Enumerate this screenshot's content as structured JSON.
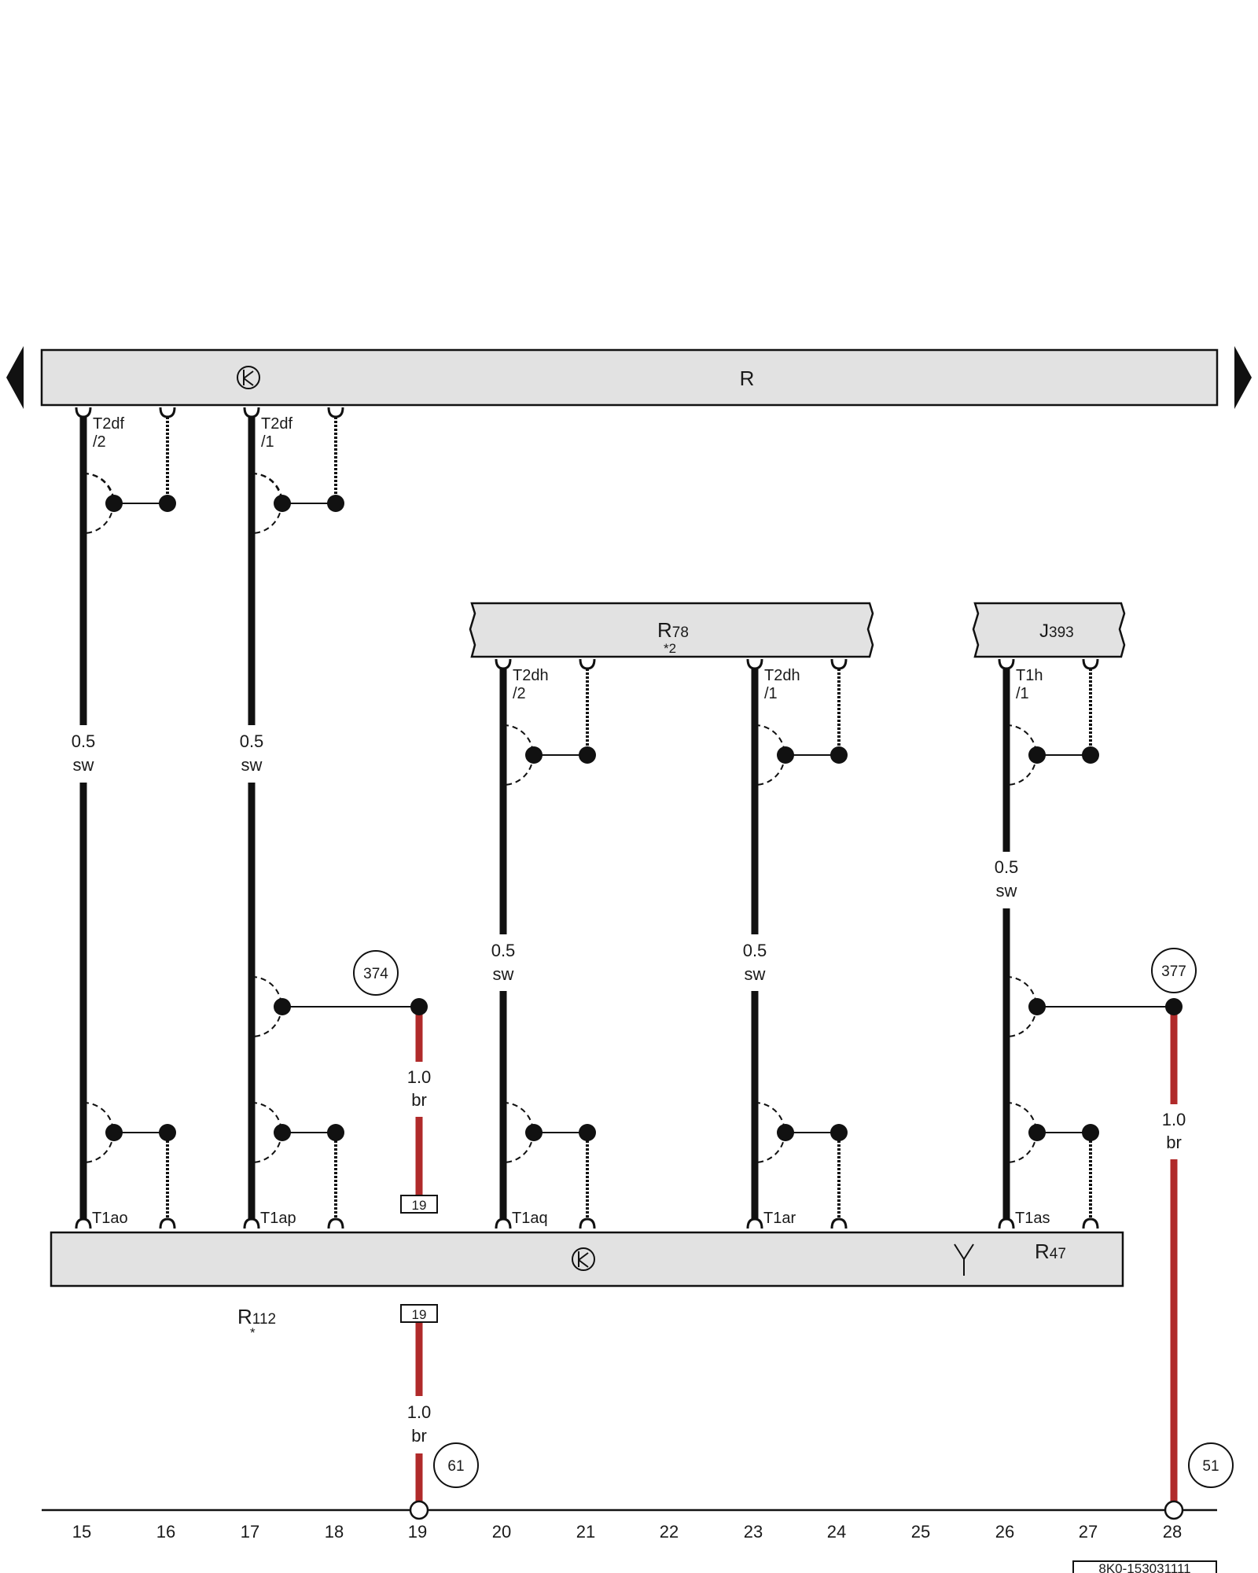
{
  "components": {
    "top_bar": {
      "label": "R"
    },
    "r78": {
      "label": "R",
      "sub": "78",
      "note": "*2"
    },
    "j393": {
      "label": "J",
      "sub": "393"
    },
    "bottom_bar": {
      "label": "R",
      "sub": "47"
    },
    "r112": {
      "label": "R",
      "sub": "112",
      "note": "*"
    }
  },
  "connectors": {
    "t2df_2": [
      "T2df",
      "/2"
    ],
    "t2df_1": [
      "T2df",
      "/1"
    ],
    "t2dh_2": [
      "T2dh",
      "/2"
    ],
    "t2dh_1": [
      "T2dh",
      "/1"
    ],
    "t1h_1": [
      "T1h",
      "/1"
    ],
    "t1ao": "T1ao",
    "t1ap": "T1ap",
    "t1aq": "T1aq",
    "t1ar": "T1ar",
    "t1as": "T1as"
  },
  "wires": {
    "w15": [
      "0.5",
      "sw"
    ],
    "w17": [
      "0.5",
      "sw"
    ],
    "w20": [
      "0.5",
      "sw"
    ],
    "w23": [
      "0.5",
      "sw"
    ],
    "w26": [
      "0.5",
      "sw"
    ],
    "w19_top": [
      "1.0",
      "br"
    ],
    "w19_bottom": [
      "1.0",
      "br"
    ],
    "w28": [
      "1.0",
      "br"
    ]
  },
  "refs": {
    "ref374": "374",
    "ref377": "377",
    "ref61": "61",
    "ref51": "51",
    "box19_top": "19",
    "box19_bottom": "19"
  },
  "columns": [
    "15",
    "16",
    "17",
    "18",
    "19",
    "20",
    "21",
    "22",
    "23",
    "24",
    "25",
    "26",
    "27",
    "28"
  ],
  "footer": {
    "code": "8K0-153031111"
  },
  "colors": {
    "wire_black": "#111111",
    "wire_brown": "#b02a2a",
    "box_fill": "#e2e2e2"
  }
}
